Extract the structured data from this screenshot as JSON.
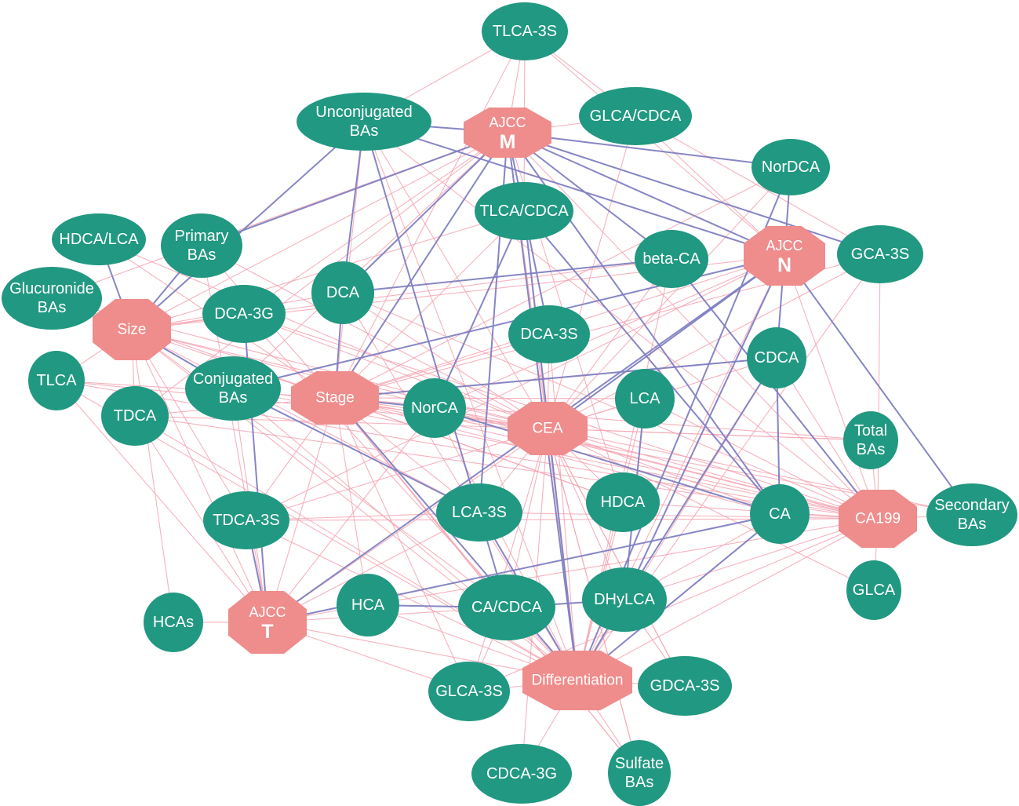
{
  "colors": {
    "biomarker": "#219881",
    "clinical": "#ef8c8c",
    "edge_negative": "#7f80c2",
    "edge_positive": "#f4a5b2",
    "text": "#ffffff"
  },
  "biomarkers": [
    {
      "id": "tlca3s",
      "lines": [
        "TLCA-3S"
      ]
    },
    {
      "id": "unconj",
      "lines": [
        "Unconjugated",
        "BAs"
      ]
    },
    {
      "id": "glcacdca",
      "lines": [
        "GLCA/CDCA"
      ]
    },
    {
      "id": "nordca",
      "lines": [
        "NorDCA"
      ]
    },
    {
      "id": "tlcacdca",
      "lines": [
        "TLCA/CDCA"
      ]
    },
    {
      "id": "betaca",
      "lines": [
        "beta-CA"
      ]
    },
    {
      "id": "gca3s",
      "lines": [
        "GCA-3S"
      ]
    },
    {
      "id": "hdcalca",
      "lines": [
        "HDCA/LCA"
      ]
    },
    {
      "id": "primary",
      "lines": [
        "Primary",
        "BAs"
      ]
    },
    {
      "id": "glucuronide",
      "lines": [
        "Glucuronide",
        "BAs"
      ]
    },
    {
      "id": "dca",
      "lines": [
        "DCA"
      ]
    },
    {
      "id": "dca3g",
      "lines": [
        "DCA-3G"
      ]
    },
    {
      "id": "dca3s",
      "lines": [
        "DCA-3S"
      ]
    },
    {
      "id": "cdca",
      "lines": [
        "CDCA"
      ]
    },
    {
      "id": "tlca",
      "lines": [
        "TLCA"
      ]
    },
    {
      "id": "conj",
      "lines": [
        "Conjugated",
        "BAs"
      ]
    },
    {
      "id": "tdca",
      "lines": [
        "TDCA"
      ]
    },
    {
      "id": "norca",
      "lines": [
        "NorCA"
      ]
    },
    {
      "id": "lca",
      "lines": [
        "LCA"
      ]
    },
    {
      "id": "total",
      "lines": [
        "Total",
        "BAs"
      ]
    },
    {
      "id": "tdca3s",
      "lines": [
        "TDCA-3S"
      ]
    },
    {
      "id": "lca3s",
      "lines": [
        "LCA-3S"
      ]
    },
    {
      "id": "hdca",
      "lines": [
        "HDCA"
      ]
    },
    {
      "id": "ca",
      "lines": [
        "CA"
      ]
    },
    {
      "id": "secondary",
      "lines": [
        "Secondary",
        "BAs"
      ]
    },
    {
      "id": "glca",
      "lines": [
        "GLCA"
      ]
    },
    {
      "id": "hcas",
      "lines": [
        "HCAs"
      ]
    },
    {
      "id": "hca",
      "lines": [
        "HCA"
      ]
    },
    {
      "id": "cacdca",
      "lines": [
        "CA/CDCA"
      ]
    },
    {
      "id": "dhylca",
      "lines": [
        "DHyLCA"
      ]
    },
    {
      "id": "glca3s",
      "lines": [
        "GLCA-3S"
      ]
    },
    {
      "id": "gdca3s",
      "lines": [
        "GDCA-3S"
      ]
    },
    {
      "id": "cdca3g",
      "lines": [
        "CDCA-3G"
      ]
    },
    {
      "id": "sulfate",
      "lines": [
        "Sulfate",
        "BAs"
      ]
    }
  ],
  "clinical": [
    {
      "id": "ajccm",
      "small": "AJCC",
      "big": "M"
    },
    {
      "id": "ajccn",
      "small": "AJCC",
      "big": "N"
    },
    {
      "id": "ajcct",
      "small": "AJCC",
      "big": "T"
    },
    {
      "id": "size",
      "label": "Size"
    },
    {
      "id": "stage",
      "label": "Stage"
    },
    {
      "id": "cea",
      "label": "CEA"
    },
    {
      "id": "ca199",
      "label": "CA199"
    },
    {
      "id": "diff",
      "label": "Differentiation"
    }
  ],
  "edges_negative": [
    [
      "ajccm",
      "unconj"
    ],
    [
      "ajccm",
      "tlcacdca"
    ],
    [
      "ajccm",
      "betaca"
    ],
    [
      "ajccm",
      "ajccn"
    ],
    [
      "ajccm",
      "nordca"
    ],
    [
      "ajccm",
      "primary"
    ],
    [
      "ajccm",
      "dca"
    ],
    [
      "ajccm",
      "stage"
    ],
    [
      "ajccm",
      "ca"
    ],
    [
      "ajccm",
      "lca3s"
    ],
    [
      "ajccm",
      "diff"
    ],
    [
      "ajccm",
      "gca3s"
    ],
    [
      "unconj",
      "size"
    ],
    [
      "unconj",
      "dca"
    ],
    [
      "unconj",
      "cacdca"
    ],
    [
      "unconj",
      "ajccn"
    ],
    [
      "ajccn",
      "nordca"
    ],
    [
      "ajccn",
      "cdca"
    ],
    [
      "ajccn",
      "secondary"
    ],
    [
      "ajccn",
      "cea"
    ],
    [
      "ajccn",
      "dhylca"
    ],
    [
      "ajccn",
      "ajcct"
    ],
    [
      "ajccn",
      "conj"
    ],
    [
      "nordca",
      "diff"
    ],
    [
      "betaca",
      "dca"
    ],
    [
      "betaca",
      "ca199"
    ],
    [
      "tlcacdca",
      "dca3s"
    ],
    [
      "tlcacdca",
      "norca"
    ],
    [
      "tlcacdca",
      "ca"
    ],
    [
      "tlcacdca",
      "diff"
    ],
    [
      "dca",
      "stage"
    ],
    [
      "dca3g",
      "ajcct"
    ],
    [
      "stage",
      "norca"
    ],
    [
      "stage",
      "diff"
    ],
    [
      "stage",
      "cdca"
    ],
    [
      "conj",
      "lca3s"
    ],
    [
      "norca",
      "ca"
    ],
    [
      "lca",
      "dhylca"
    ],
    [
      "tdca3s",
      "ajcct"
    ],
    [
      "cdca",
      "ca"
    ],
    [
      "ca",
      "ajcct"
    ],
    [
      "hca",
      "cacdca"
    ],
    [
      "cacdca",
      "dhylca"
    ],
    [
      "dhylca",
      "diff"
    ],
    [
      "dhylca",
      "cdca"
    ],
    [
      "hdcalca",
      "size"
    ],
    [
      "size",
      "conj"
    ],
    [
      "size",
      "primary"
    ],
    [
      "ca",
      "diff"
    ],
    [
      "lca3s",
      "diff"
    ]
  ],
  "edges_positive": [
    [
      "tlca3s",
      "unconj"
    ],
    [
      "tlca3s",
      "ajccm"
    ],
    [
      "tlca3s",
      "glcacdca"
    ],
    [
      "tlca3s",
      "ajccn"
    ],
    [
      "tlca3s",
      "stage"
    ],
    [
      "ajccm",
      "size"
    ],
    [
      "ajccm",
      "cea"
    ],
    [
      "ajccm",
      "ca199"
    ],
    [
      "ajccm",
      "glucuronide"
    ],
    [
      "ajccm",
      "tdca"
    ],
    [
      "ajccm",
      "conj"
    ],
    [
      "ajccm",
      "dca3g"
    ],
    [
      "ajccm",
      "hdca"
    ],
    [
      "ajccm",
      "glcacdca"
    ],
    [
      "unconj",
      "stage"
    ],
    [
      "unconj",
      "cea"
    ],
    [
      "unconj",
      "diff"
    ],
    [
      "unconj",
      "ca199"
    ],
    [
      "glcacdca",
      "ajccn"
    ],
    [
      "glcacdca",
      "cea"
    ],
    [
      "glcacdca",
      "gca3s"
    ],
    [
      "nordca",
      "cea"
    ],
    [
      "nordca",
      "stage"
    ],
    [
      "ajccn",
      "size"
    ],
    [
      "ajccn",
      "stage"
    ],
    [
      "ajccn",
      "diff"
    ],
    [
      "ajccn",
      "ca199"
    ],
    [
      "ajccn",
      "norca"
    ],
    [
      "ajccn",
      "tdca3s"
    ],
    [
      "gca3s",
      "cea"
    ],
    [
      "gca3s",
      "ca199"
    ],
    [
      "gca3s",
      "diff"
    ],
    [
      "gca3s",
      "stage"
    ],
    [
      "betaca",
      "cea"
    ],
    [
      "betaca",
      "size"
    ],
    [
      "betaca",
      "diff"
    ],
    [
      "tlcacdca",
      "cea"
    ],
    [
      "tlcacdca",
      "stage"
    ],
    [
      "tlcacdca",
      "size"
    ],
    [
      "primary",
      "stage"
    ],
    [
      "primary",
      "cea"
    ],
    [
      "primary",
      "ajcct"
    ],
    [
      "hdcalca",
      "cea"
    ],
    [
      "hdcalca",
      "stage"
    ],
    [
      "glucuronide",
      "stage"
    ],
    [
      "glucuronide",
      "cea"
    ],
    [
      "size",
      "dca3g"
    ],
    [
      "size",
      "dca"
    ],
    [
      "size",
      "stage"
    ],
    [
      "size",
      "cea"
    ],
    [
      "size",
      "ca199"
    ],
    [
      "size",
      "diff"
    ],
    [
      "size",
      "ajcct"
    ],
    [
      "size",
      "tdca3s"
    ],
    [
      "size",
      "tlca"
    ],
    [
      "size",
      "tdca"
    ],
    [
      "size",
      "glucuronide"
    ],
    [
      "size",
      "hcas"
    ],
    [
      "size",
      "lca3s"
    ],
    [
      "size",
      "cacdca"
    ],
    [
      "dca",
      "cea"
    ],
    [
      "dca",
      "ca199"
    ],
    [
      "dca",
      "diff"
    ],
    [
      "dca3g",
      "cea"
    ],
    [
      "dca3g",
      "diff"
    ],
    [
      "dca3g",
      "ca199"
    ],
    [
      "dca3s",
      "cea"
    ],
    [
      "dca3s",
      "stage"
    ],
    [
      "dca3s",
      "diff"
    ],
    [
      "cdca",
      "cea"
    ],
    [
      "cdca",
      "ca199"
    ],
    [
      "cdca",
      "stage"
    ],
    [
      "cdca",
      "diff"
    ],
    [
      "tlca",
      "stage"
    ],
    [
      "tlca",
      "cea"
    ],
    [
      "tlca",
      "diff"
    ],
    [
      "tlca",
      "ajcct"
    ],
    [
      "tlca",
      "ca199"
    ],
    [
      "conj",
      "cea"
    ],
    [
      "conj",
      "ajcct"
    ],
    [
      "conj",
      "diff"
    ],
    [
      "conj",
      "ca199"
    ],
    [
      "tdca",
      "stage"
    ],
    [
      "tdca",
      "cea"
    ],
    [
      "tdca",
      "diff"
    ],
    [
      "tdca",
      "ca199"
    ],
    [
      "tdca",
      "ajcct"
    ],
    [
      "stage",
      "cea"
    ],
    [
      "stage",
      "ca199"
    ],
    [
      "stage",
      "ajcct"
    ],
    [
      "stage",
      "tdca3s"
    ],
    [
      "stage",
      "glca3s"
    ],
    [
      "stage",
      "cacdca"
    ],
    [
      "stage",
      "lca3s"
    ],
    [
      "stage",
      "hca"
    ],
    [
      "stage",
      "sulfate"
    ],
    [
      "stage",
      "hdca"
    ],
    [
      "norca",
      "cea"
    ],
    [
      "norca",
      "diff"
    ],
    [
      "norca",
      "ca199"
    ],
    [
      "norca",
      "ajcct"
    ],
    [
      "lca",
      "cea"
    ],
    [
      "lca",
      "ca199"
    ],
    [
      "lca",
      "stage"
    ],
    [
      "lca",
      "diff"
    ],
    [
      "cea",
      "ca199"
    ],
    [
      "cea",
      "diff"
    ],
    [
      "cea",
      "ajcct"
    ],
    [
      "cea",
      "tdca3s"
    ],
    [
      "cea",
      "lca3s"
    ],
    [
      "cea",
      "hdca"
    ],
    [
      "cea",
      "cacdca"
    ],
    [
      "cea",
      "glca3s"
    ],
    [
      "cea",
      "gdca3s"
    ],
    [
      "cea",
      "sulfate"
    ],
    [
      "cea",
      "cdca3g"
    ],
    [
      "cea",
      "total"
    ],
    [
      "cea",
      "secondary"
    ],
    [
      "cea",
      "ca"
    ],
    [
      "cea",
      "dhylca"
    ],
    [
      "total",
      "ca199"
    ],
    [
      "total",
      "stage"
    ],
    [
      "total",
      "cea"
    ],
    [
      "ca199",
      "secondary"
    ],
    [
      "ca199",
      "glca"
    ],
    [
      "ca199",
      "hdca"
    ],
    [
      "ca199",
      "lca3s"
    ],
    [
      "ca199",
      "tdca3s"
    ],
    [
      "ca199",
      "diff"
    ],
    [
      "ca199",
      "ajcct"
    ],
    [
      "ca199",
      "ca"
    ],
    [
      "ca199",
      "dhylca"
    ],
    [
      "ca199",
      "glca3s"
    ],
    [
      "ca",
      "diff"
    ],
    [
      "ca",
      "dhylca"
    ],
    [
      "ca",
      "stage"
    ],
    [
      "tdca3s",
      "diff"
    ],
    [
      "tdca3s",
      "lca3s"
    ],
    [
      "lca3s",
      "ajcct"
    ],
    [
      "hdca",
      "diff"
    ],
    [
      "hdca",
      "stage"
    ],
    [
      "ajcct",
      "hcas"
    ],
    [
      "ajcct",
      "glca3s"
    ],
    [
      "ajcct",
      "diff"
    ],
    [
      "ajcct",
      "cacdca"
    ],
    [
      "hca",
      "diff"
    ],
    [
      "cacdca",
      "diff"
    ],
    [
      "glca3s",
      "diff"
    ],
    [
      "diff",
      "gdca3s"
    ],
    [
      "diff",
      "sulfate"
    ],
    [
      "diff",
      "cdca3g"
    ],
    [
      "gdca3s",
      "cea"
    ],
    [
      "dhylca",
      "gdca3s"
    ],
    [
      "sulfate",
      "cea"
    ],
    [
      "sulfate",
      "stage"
    ],
    [
      "glca3s",
      "cacdca"
    ],
    [
      "tlca3s",
      "tlcacdca"
    ],
    [
      "secondary",
      "stage"
    ],
    [
      "glca",
      "cea"
    ],
    [
      "hcas",
      "ajcct"
    ]
  ]
}
